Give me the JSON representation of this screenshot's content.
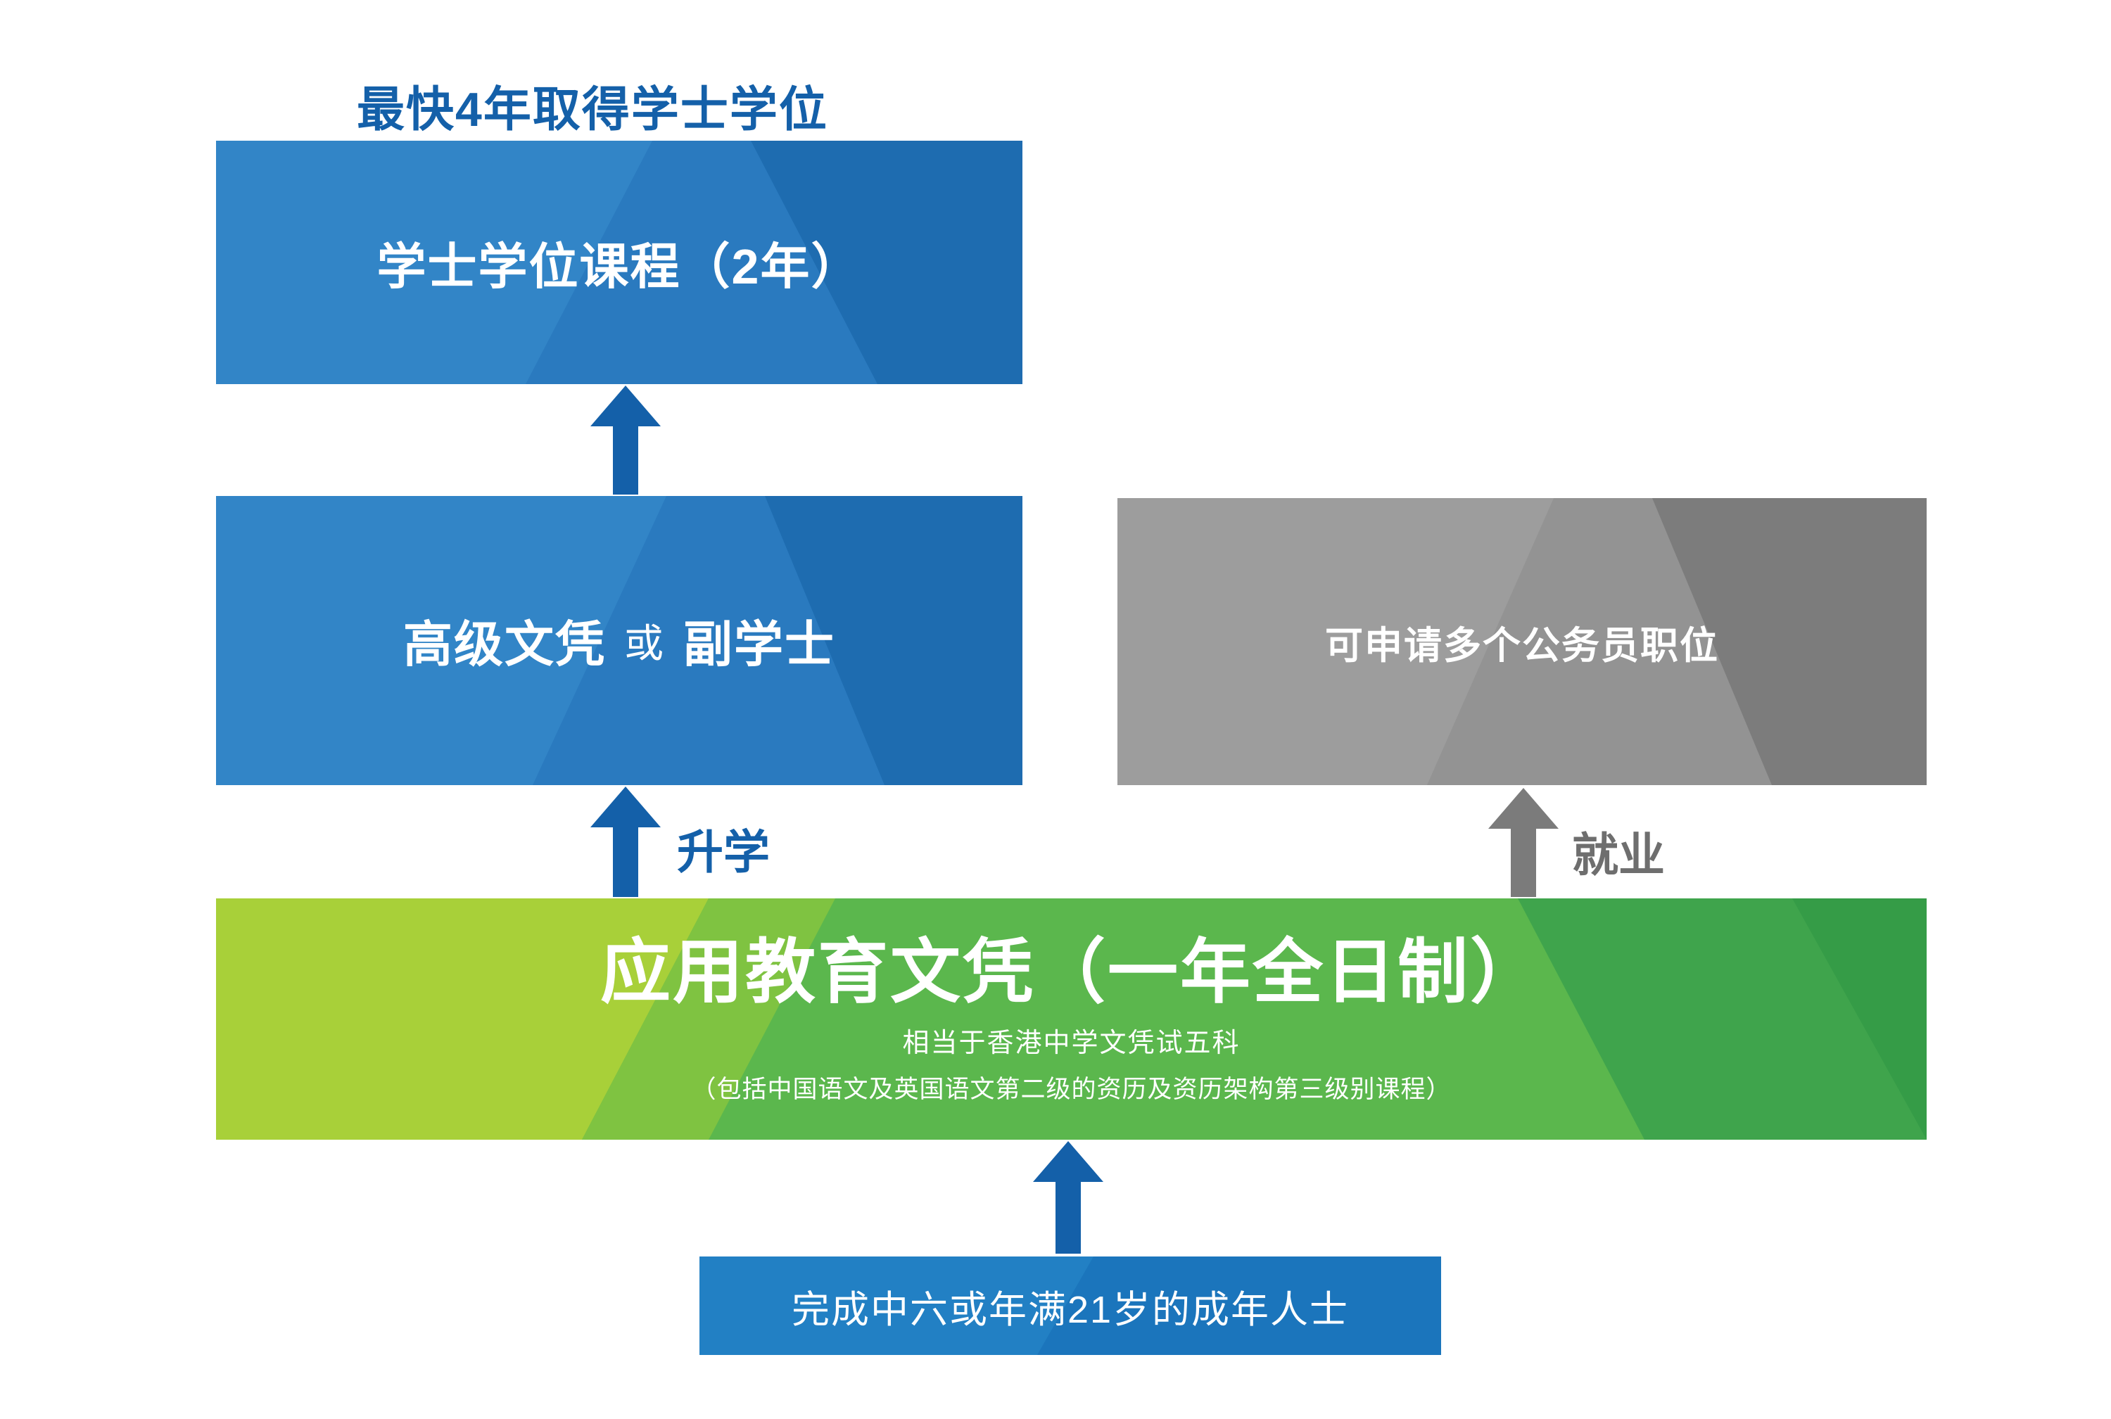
{
  "palette": {
    "blue_box": "#2a7abf",
    "blue_box_light": "#3285c7",
    "blue_box_dark": "#1e6cb0",
    "blue_solid": "#1b75bc",
    "arrow_blue": "#1460a9",
    "gray_box": "#939393",
    "gray_box_light": "#9d9d9d",
    "gray_box_dark": "#7c7c7c",
    "arrow_gray": "#7b7b7b",
    "green_base": "#5bb74d",
    "green_yellow": "#a8d039",
    "green_band": "#7fc341",
    "green_dark": "#3fa44c",
    "green_darker": "#359c47",
    "heading_blue": "#1460a9",
    "text_white": "#ffffff"
  },
  "heading": {
    "text": "最快4年取得学士学位"
  },
  "boxes": {
    "bachelor": {
      "label": "学士学位课程（2年）"
    },
    "diploma": {
      "part1": "高级文凭",
      "conj": "或",
      "part2": "副学士"
    },
    "civil_service": {
      "label": "可申请多个公务员职位"
    },
    "dae": {
      "title": "应用教育文凭（一年全日制）",
      "subtitle1": "相当于香港中学文凭试五科",
      "subtitle2": "（包括中国语文及英国语文第二级的资历及资历架构第三级别课程）"
    },
    "entry": {
      "label": "完成中六或年满21岁的成年人士"
    }
  },
  "arrows": {
    "study_label": "升学",
    "work_label": "就业"
  }
}
